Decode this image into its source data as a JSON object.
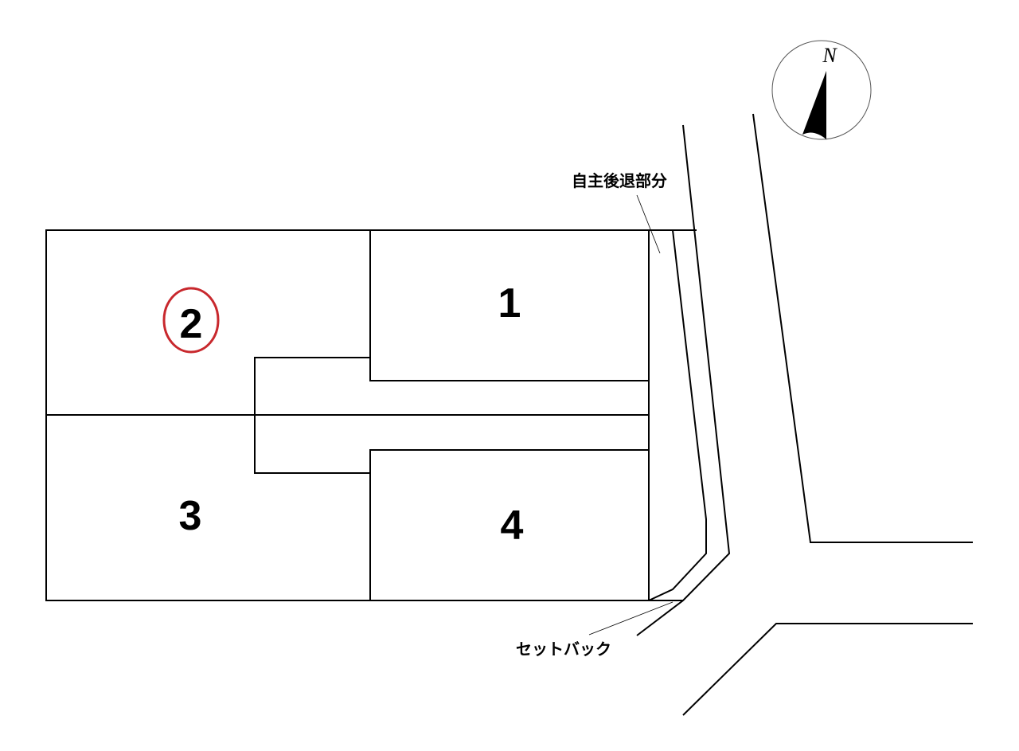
{
  "lots": [
    {
      "label": "1",
      "highlighted": false
    },
    {
      "label": "2",
      "highlighted": true
    },
    {
      "label": "3",
      "highlighted": false
    },
    {
      "label": "4",
      "highlighted": false
    }
  ],
  "annotations": {
    "voluntary_setback": "自主後退部分",
    "setback": "セットバック"
  },
  "compass": {
    "label": "N"
  },
  "colors": {
    "highlight": "#c8282d",
    "line": "#000000"
  }
}
